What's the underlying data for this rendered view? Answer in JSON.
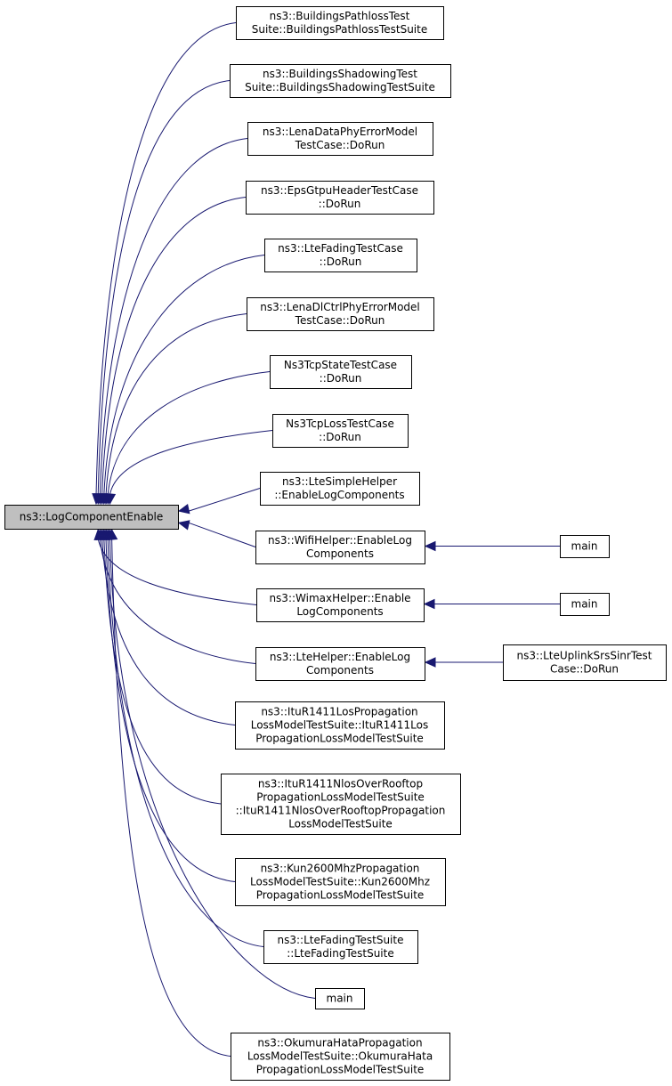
{
  "root": {
    "id": "root",
    "lines": [
      "ns3::LogComponentEnable"
    ]
  },
  "callers": [
    {
      "id": "c1",
      "lines": [
        "ns3::BuildingsPathlossTest",
        "Suite::BuildingsPathlossTestSuite"
      ]
    },
    {
      "id": "c2",
      "lines": [
        "ns3::BuildingsShadowingTest",
        "Suite::BuildingsShadowingTestSuite"
      ]
    },
    {
      "id": "c3",
      "lines": [
        "ns3::LenaDataPhyErrorModel",
        "TestCase::DoRun"
      ]
    },
    {
      "id": "c4",
      "lines": [
        "ns3::EpsGtpuHeaderTestCase",
        "::DoRun"
      ]
    },
    {
      "id": "c5",
      "lines": [
        "ns3::LteFadingTestCase",
        "::DoRun"
      ]
    },
    {
      "id": "c6",
      "lines": [
        "ns3::LenaDlCtrlPhyErrorModel",
        "TestCase::DoRun"
      ]
    },
    {
      "id": "c7",
      "lines": [
        "Ns3TcpStateTestCase",
        "::DoRun"
      ]
    },
    {
      "id": "c8",
      "lines": [
        "Ns3TcpLossTestCase",
        "::DoRun"
      ]
    },
    {
      "id": "c9",
      "lines": [
        "ns3::LteSimpleHelper",
        "::EnableLogComponents"
      ]
    },
    {
      "id": "c10",
      "lines": [
        "ns3::WifiHelper::EnableLog",
        "Components"
      ]
    },
    {
      "id": "c11",
      "lines": [
        "ns3::WimaxHelper::Enable",
        "LogComponents"
      ]
    },
    {
      "id": "c12",
      "lines": [
        "ns3::LteHelper::EnableLog",
        "Components"
      ]
    },
    {
      "id": "c13",
      "lines": [
        "ns3::ItuR1411LosPropagation",
        "LossModelTestSuite::ItuR1411Los",
        "PropagationLossModelTestSuite"
      ]
    },
    {
      "id": "c14",
      "lines": [
        "ns3::ItuR1411NlosOverRooftop",
        "PropagationLossModelTestSuite",
        "::ItuR1411NlosOverRooftopPropagation",
        "LossModelTestSuite"
      ]
    },
    {
      "id": "c15",
      "lines": [
        "ns3::Kun2600MhzPropagation",
        "LossModelTestSuite::Kun2600Mhz",
        "PropagationLossModelTestSuite"
      ]
    },
    {
      "id": "c16",
      "lines": [
        "ns3::LteFadingTestSuite",
        "::LteFadingTestSuite"
      ]
    },
    {
      "id": "c17",
      "lines": [
        "main"
      ]
    },
    {
      "id": "c18",
      "lines": [
        "ns3::OkumuraHataPropagation",
        "LossModelTestSuite::OkumuraHata",
        "PropagationLossModelTestSuite"
      ]
    }
  ],
  "second_level": [
    {
      "id": "s1",
      "calls": "c10",
      "lines": [
        "main"
      ]
    },
    {
      "id": "s2",
      "calls": "c11",
      "lines": [
        "main"
      ]
    },
    {
      "id": "s3",
      "calls": "c12",
      "lines": [
        "ns3::LteUplinkSrsSinrTest",
        "Case::DoRun"
      ]
    }
  ]
}
